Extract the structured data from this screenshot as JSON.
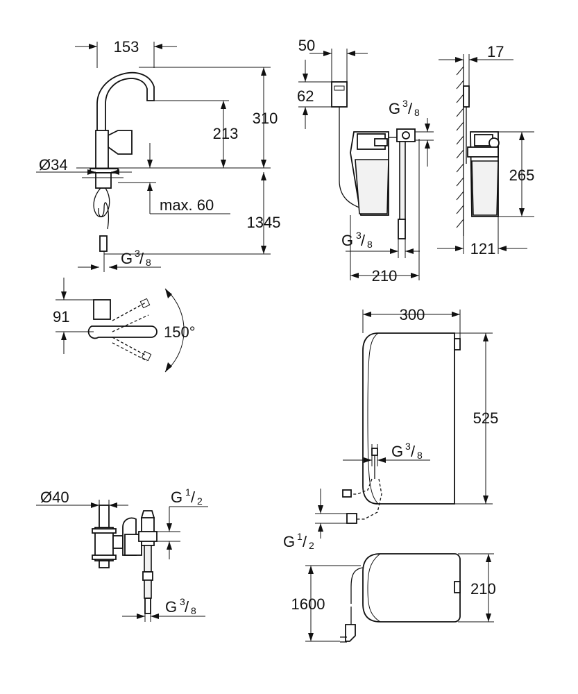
{
  "faucet": {
    "width_top": "153",
    "height_total": "310",
    "spout_height": "213",
    "base_diameter": "Ø34",
    "max_deck": "max. 60",
    "hose_length": "1345",
    "connection": "G",
    "connection_num": "3",
    "connection_den": "8"
  },
  "lever": {
    "height": "91",
    "angle": "150°"
  },
  "filter": {
    "box_width": "50",
    "box_height": "62",
    "conn_top": "G",
    "conn_top_num": "3",
    "conn_top_den": "8",
    "conn_bottom": "G",
    "conn_bottom_num": "3",
    "conn_bottom_den": "8",
    "width": "210",
    "wall_offset": "17",
    "height": "265",
    "depth": "121"
  },
  "boiler": {
    "width": "300",
    "height": "525",
    "conn_top": "G",
    "conn_top_num": "3",
    "conn_top_den": "8",
    "conn_bottom": "G",
    "conn_bottom_num": "1",
    "conn_bottom_den": "2",
    "depth": "210",
    "cable_length": "1600"
  },
  "valve": {
    "diameter": "Ø40",
    "conn_top": "G",
    "conn_top_num": "1",
    "conn_top_den": "2",
    "conn_bottom": "G",
    "conn_bottom_num": "3",
    "conn_bottom_den": "8"
  }
}
